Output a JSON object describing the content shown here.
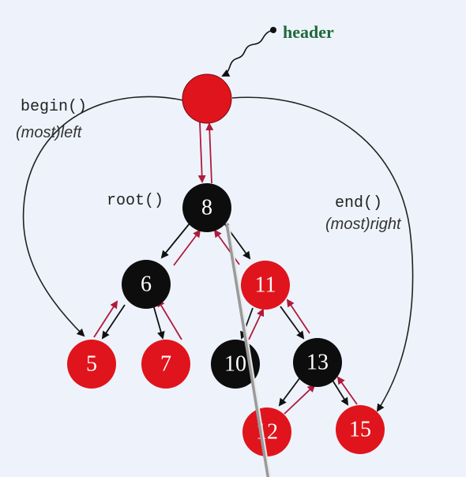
{
  "labels": {
    "header": "header",
    "begin": "begin()",
    "begin_sub": "(most)left",
    "root": "root()",
    "end": "end()",
    "end_sub": "(most)right"
  },
  "nodes": [
    {
      "id": "hdr",
      "label": "",
      "color": "red"
    },
    {
      "id": "n8",
      "label": "8",
      "color": "black"
    },
    {
      "id": "n6",
      "label": "6",
      "color": "black"
    },
    {
      "id": "n11",
      "label": "11",
      "color": "red"
    },
    {
      "id": "n5",
      "label": "5",
      "color": "red"
    },
    {
      "id": "n7",
      "label": "7",
      "color": "red"
    },
    {
      "id": "n10",
      "label": "10",
      "color": "black"
    },
    {
      "id": "n13",
      "label": "13",
      "color": "black"
    },
    {
      "id": "n12",
      "label": "12",
      "color": "red"
    },
    {
      "id": "n15",
      "label": "15",
      "color": "red"
    }
  ],
  "colors": {
    "red": "#e0141c",
    "black": "#0d0d0d",
    "parent_arrow": "#b01a3a",
    "child_arrow": "#111111",
    "header_text": "#1f6b3a"
  }
}
